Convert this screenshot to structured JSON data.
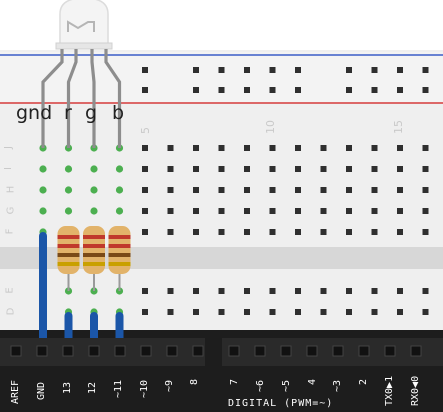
{
  "led": {
    "leads": [
      "gnd",
      "r",
      "g",
      "b"
    ]
  },
  "breadboard": {
    "column_numbers": [
      "5",
      "10",
      "15"
    ],
    "row_letters_top": [
      "J",
      "I",
      "H",
      "G",
      "F"
    ],
    "row_letters_bottom": [
      "E",
      "D"
    ]
  },
  "arduino": {
    "pins": [
      "AREF",
      "GND",
      "13",
      "12",
      "~11",
      "~10",
      "~9",
      "8",
      "7",
      "~6",
      "~5",
      "4",
      "~3",
      "2",
      "TX0▶1",
      "RX0◀0"
    ],
    "digital_label": "DIGITAL (PWM=~)"
  },
  "colors": {
    "wire": "#1b56a8",
    "resistor_body": "#e2b36a",
    "band_red": "#c0392b",
    "band_brown": "#7a4a17",
    "rail_red": "#d43a3a",
    "rail_blue": "#3a5cc8",
    "arduino_board": "#1d1d1d",
    "hole": "#2f2f2f",
    "green_hole": "#4caf50"
  }
}
